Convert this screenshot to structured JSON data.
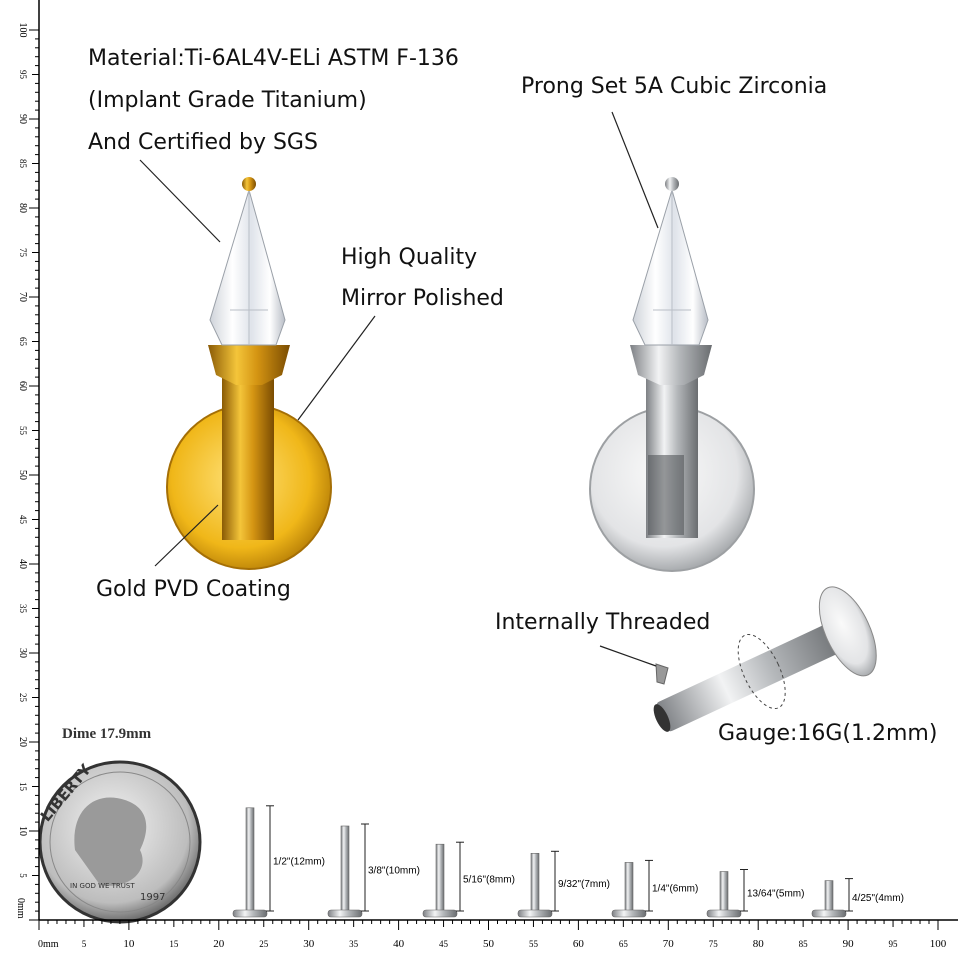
{
  "callouts": {
    "material_line1": "Material:Ti-6AL4V-ELi ASTM F-136",
    "material_line2": "(Implant Grade Titanium)",
    "material_line3": "And Certified by SGS",
    "prong": "Prong Set 5A Cubic Zirconia",
    "polish_line1": "High Quality",
    "polish_line2": "Mirror Polished",
    "gold": "Gold PVD Coating",
    "threaded": "Internally Threaded",
    "gauge": "Gauge:16G(1.2mm)"
  },
  "dime": {
    "label": "Dime 17.9mm",
    "coin_text": [
      "LIBERTY",
      "IN GOD WE TRUST",
      "1997"
    ]
  },
  "sizes": [
    {
      "label": "1/2\"(12mm)",
      "mm": 12
    },
    {
      "label": "3/8\"(10mm)",
      "mm": 10
    },
    {
      "label": "5/16\"(8mm)",
      "mm": 8
    },
    {
      "label": "9/32\"(7mm)",
      "mm": 7
    },
    {
      "label": "1/4\"(6mm)",
      "mm": 6
    },
    {
      "label": "13/64\"(5mm)",
      "mm": 5
    },
    {
      "label": "4/25\"(4mm)",
      "mm": 4
    }
  ],
  "ruler": {
    "unit_label": "0mm",
    "max": 100,
    "step_label": 5
  },
  "colors": {
    "gold": "#d9a21a",
    "silver": "#c8cacc"
  }
}
